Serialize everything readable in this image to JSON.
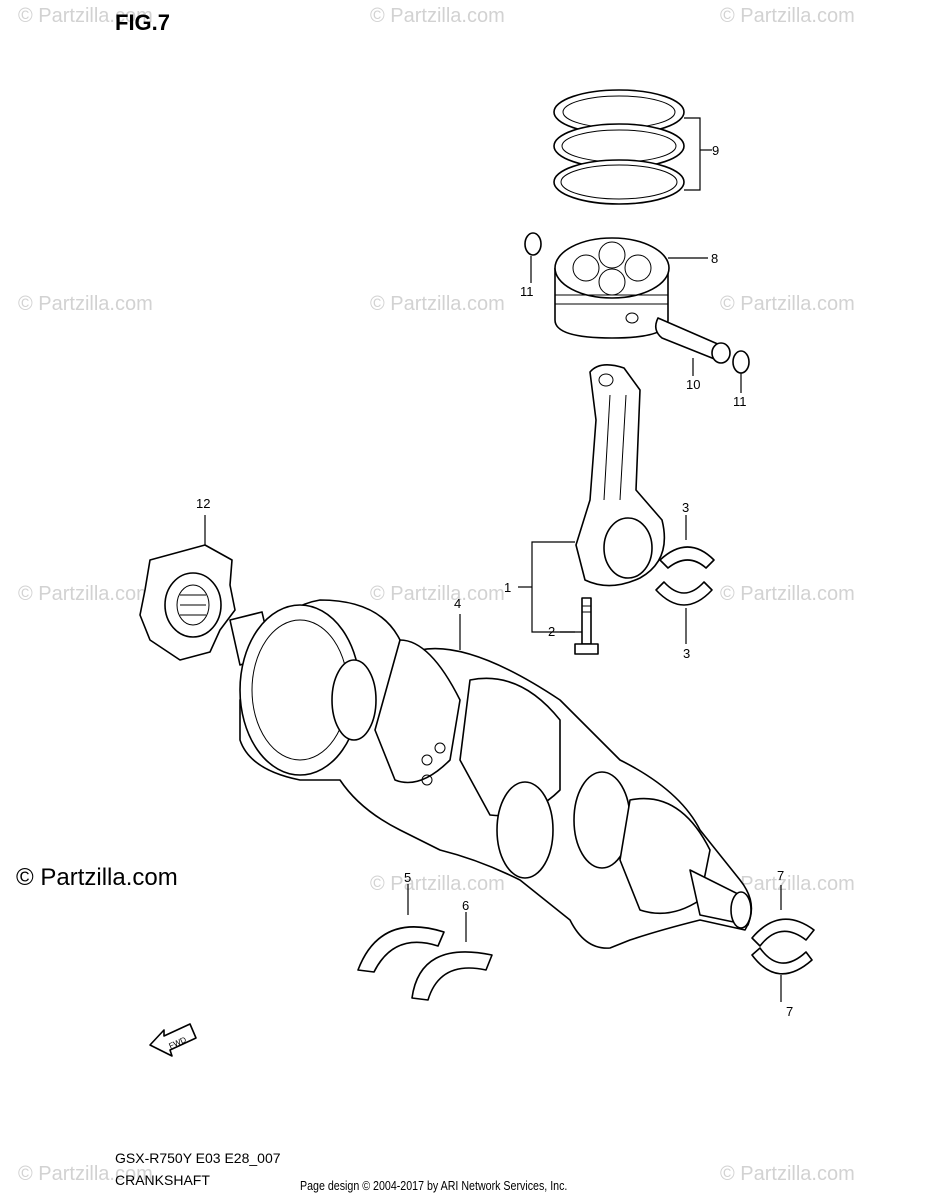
{
  "figure": {
    "title": "FIG.7",
    "model_code": "GSX-R750Y E03 E28_007",
    "caption": "CRANKSHAFT"
  },
  "watermark": {
    "text": "© Partzilla.com",
    "color": "#d2d2d2"
  },
  "copyright_left": "© Partzilla.com",
  "footer": "Page design © 2004-2017 by ARI Network Services, Inc.",
  "fwd_label": "FWD",
  "callouts": {
    "c1": "1",
    "c2": "2",
    "c3a": "3",
    "c3b": "3",
    "c4": "4",
    "c5": "5",
    "c6": "6",
    "c7a": "7",
    "c7b": "7",
    "c8": "8",
    "c9": "9",
    "c10": "10",
    "c11a": "11",
    "c11b": "11",
    "c12": "12"
  }
}
